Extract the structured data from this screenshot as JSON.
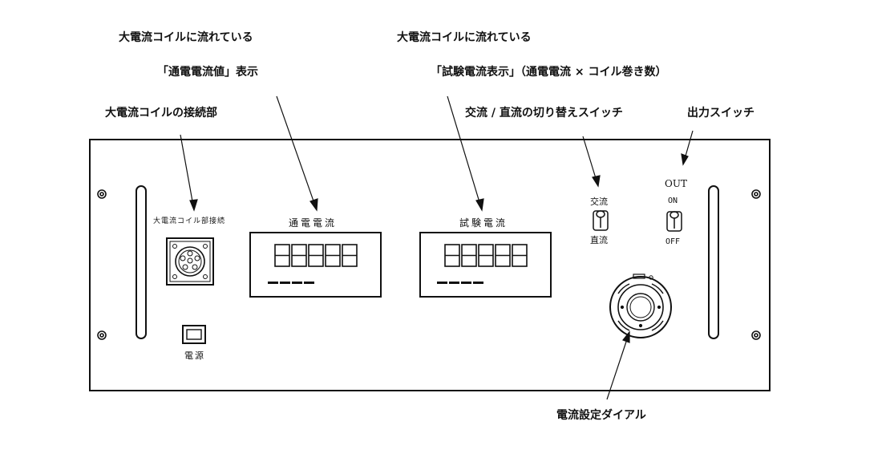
{
  "annotations": {
    "coil_current_line1": "大電流コイルに流れている",
    "coil_current_line2": "「通電電流値」表示",
    "test_current_line1": "大電流コイルに流れている",
    "test_current_line2": "「試験電流表示」（通電電流 × コイル巻き数）",
    "coil_connector": "大電流コイルの接続部",
    "acdc_switch": "交流 / 直流の切り替えスイッチ",
    "output_switch": "出力スイッチ",
    "current_dial": "電流設定ダイアル"
  },
  "panel": {
    "connector_label": "大電流コイル部接続",
    "power_label": "電源",
    "display_left": {
      "title": "通電電流",
      "digits": "88888"
    },
    "display_right": {
      "title": "試験電流",
      "digits": "88888"
    },
    "acdc": {
      "top": "交流",
      "bottom": "直流"
    },
    "output": {
      "out": "OUT",
      "on": "ON",
      "off": "OFF"
    }
  }
}
